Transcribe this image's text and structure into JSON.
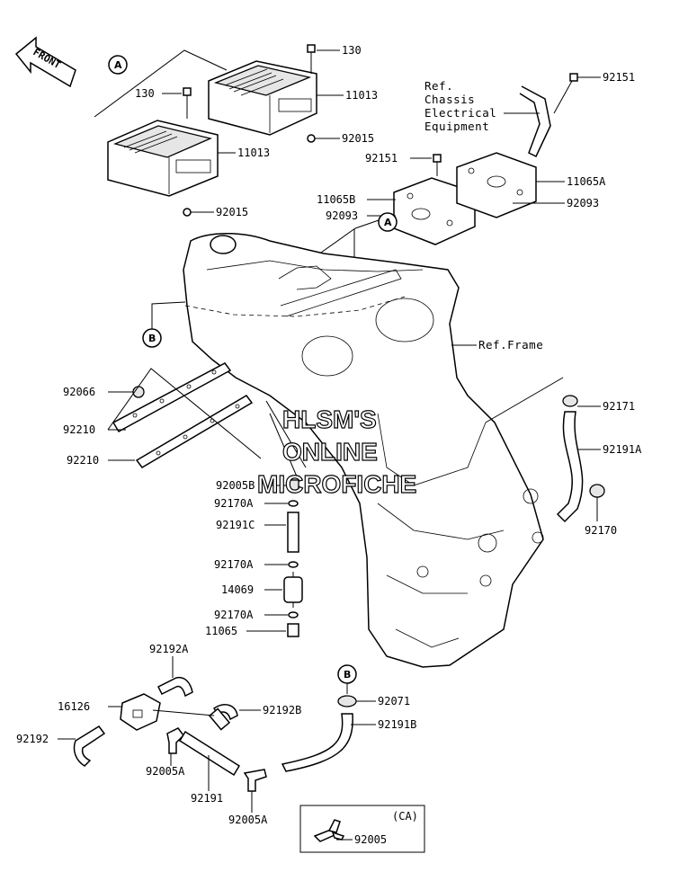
{
  "front_label": "FRONT",
  "part_labels": {
    "p130_top": "130",
    "p130_left": "130",
    "p11013_right": "11013",
    "p11013_left": "11013",
    "p92015_right": "92015",
    "p92015_left": "92015",
    "p92151_top": "92151",
    "p92151_mid": "92151",
    "p11065A": "11065A",
    "p11065B": "11065B",
    "p92093_left": "92093",
    "p92093_right": "92093",
    "p92066": "92066",
    "p92210_a": "92210",
    "p92210_b": "92210",
    "p92171": "92171",
    "p92191A": "92191A",
    "p92170": "92170",
    "p92005B": "92005B",
    "p92170A_1": "92170A",
    "p92191C": "92191C",
    "p92170A_2": "92170A",
    "p14069": "14069",
    "p92170A_3": "92170A",
    "p11065": "11065",
    "p92192A": "92192A",
    "p16126": "16126",
    "p92192B": "92192B",
    "p92192": "92192",
    "p92005A_1": "92005A",
    "p92191": "92191",
    "p92005A_2": "92005A",
    "p92071": "92071",
    "p92191B": "92191B",
    "p92005": "92005"
  },
  "ref_notes": {
    "chassis_line1": "Ref.",
    "chassis_line2": "Chassis",
    "chassis_line3": "Electrical",
    "chassis_line4": "Equipment",
    "frame": "Ref.Frame"
  },
  "callouts": {
    "a_top": "A",
    "a_mid": "A",
    "b_left": "B",
    "b_bottom": "B",
    "ca_box": "(CA)"
  },
  "watermark": {
    "line1": "HLSM'S",
    "line2": "ONLINE",
    "line3": "MICROFICHE"
  }
}
